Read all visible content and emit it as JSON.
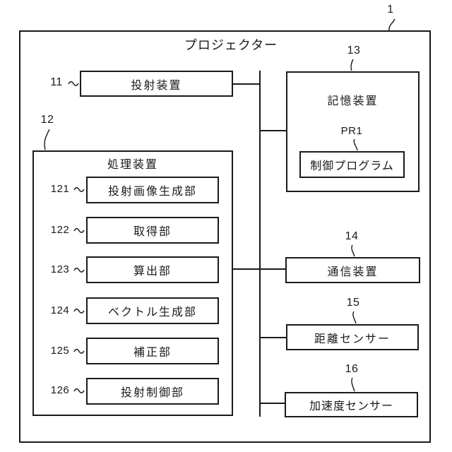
{
  "figure": {
    "ref": "1",
    "title": "プロジェクター",
    "colors": {
      "line": "#1a1a1a",
      "background": "#ffffff"
    },
    "blocks": {
      "projection": {
        "ref": "11",
        "label": "投射装置"
      },
      "processing": {
        "ref": "12",
        "label": "処理装置",
        "units": [
          {
            "ref": "121",
            "label": "投射画像生成部"
          },
          {
            "ref": "122",
            "label": "取得部"
          },
          {
            "ref": "123",
            "label": "算出部"
          },
          {
            "ref": "124",
            "label": "ベクトル生成部"
          },
          {
            "ref": "125",
            "label": "補正部"
          },
          {
            "ref": "126",
            "label": "投射制御部"
          }
        ]
      },
      "storage": {
        "ref": "13",
        "label": "記憶装置",
        "program_ref": "PR1",
        "program_label": "制御プログラム"
      },
      "communication": {
        "ref": "14",
        "label": "通信装置"
      },
      "distance_sensor": {
        "ref": "15",
        "label": "距離センサー"
      },
      "acceleration_sensor": {
        "ref": "16",
        "label": "加速度センサー"
      }
    }
  }
}
